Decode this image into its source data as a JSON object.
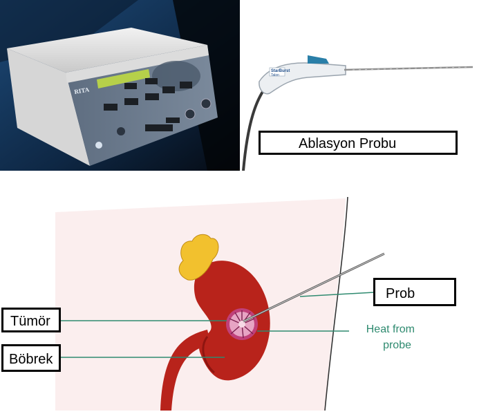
{
  "labels": {
    "ablation_probe": "Ablasyon Probu",
    "probe": "Prob",
    "tumor": "Tümör",
    "kidney": "Böbrek",
    "heat_line1": "Heat from",
    "heat_line2": "probe"
  },
  "device": {
    "brand_text": "RITA",
    "probe_brand": "StarBurst",
    "probe_model": "Talon"
  },
  "colors": {
    "kidney": "#b8231b",
    "kidney_dark": "#8e1510",
    "adrenal": "#f2c12e",
    "tumor": "#c0407a",
    "leader_line": "#2e8a6f",
    "background_body": "#fbeeee",
    "device_bg": "#142e4a"
  }
}
